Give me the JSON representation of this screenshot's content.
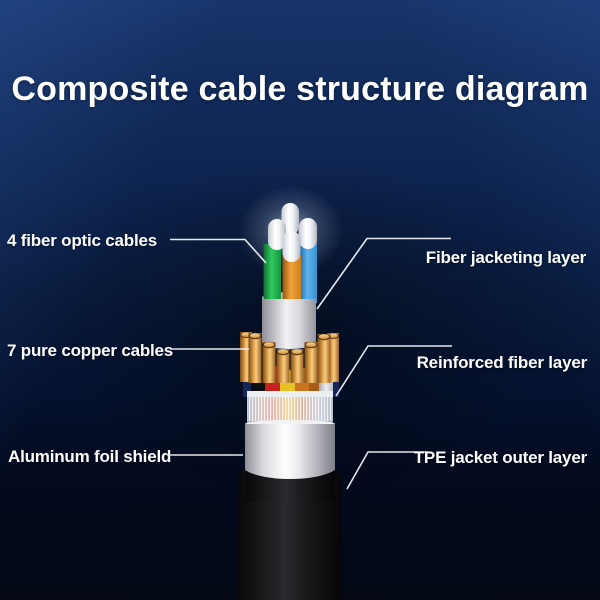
{
  "title": "Composite cable structure diagram",
  "labels": {
    "fiber_optic_cables": "4 fiber optic cables",
    "pure_copper_cables": "7 pure copper cables",
    "aluminum_foil_shield": "Aluminum foil shield",
    "fiber_jacketing_layer": "Fiber jacketing layer",
    "reinforced_fiber_layer": "Reinforced fiber layer",
    "tpe_jacket_outer_layer": "TPE jacket outer layer"
  },
  "colors": {
    "background_top": "#17356b",
    "background_bottom": "#030814",
    "text": "#ffffff",
    "leader_line": "#f2f4f8",
    "fiber_green": "#2ec95e",
    "fiber_orange": "#f0a43a",
    "fiber_blue": "#5cb4ee",
    "fiber_tip_white": "#ffffff",
    "jacket_gray": "#f2f2f5",
    "copper_gold": "#e8a94e",
    "wire_black": "#0e0e10",
    "wire_red": "#c62222",
    "wire_yellow": "#e6c227",
    "wire_orange": "#c9741f",
    "wire_navy": "#16265a",
    "aluminum_silver": "#ffffff",
    "tpe_black": "#2a2a2e"
  }
}
